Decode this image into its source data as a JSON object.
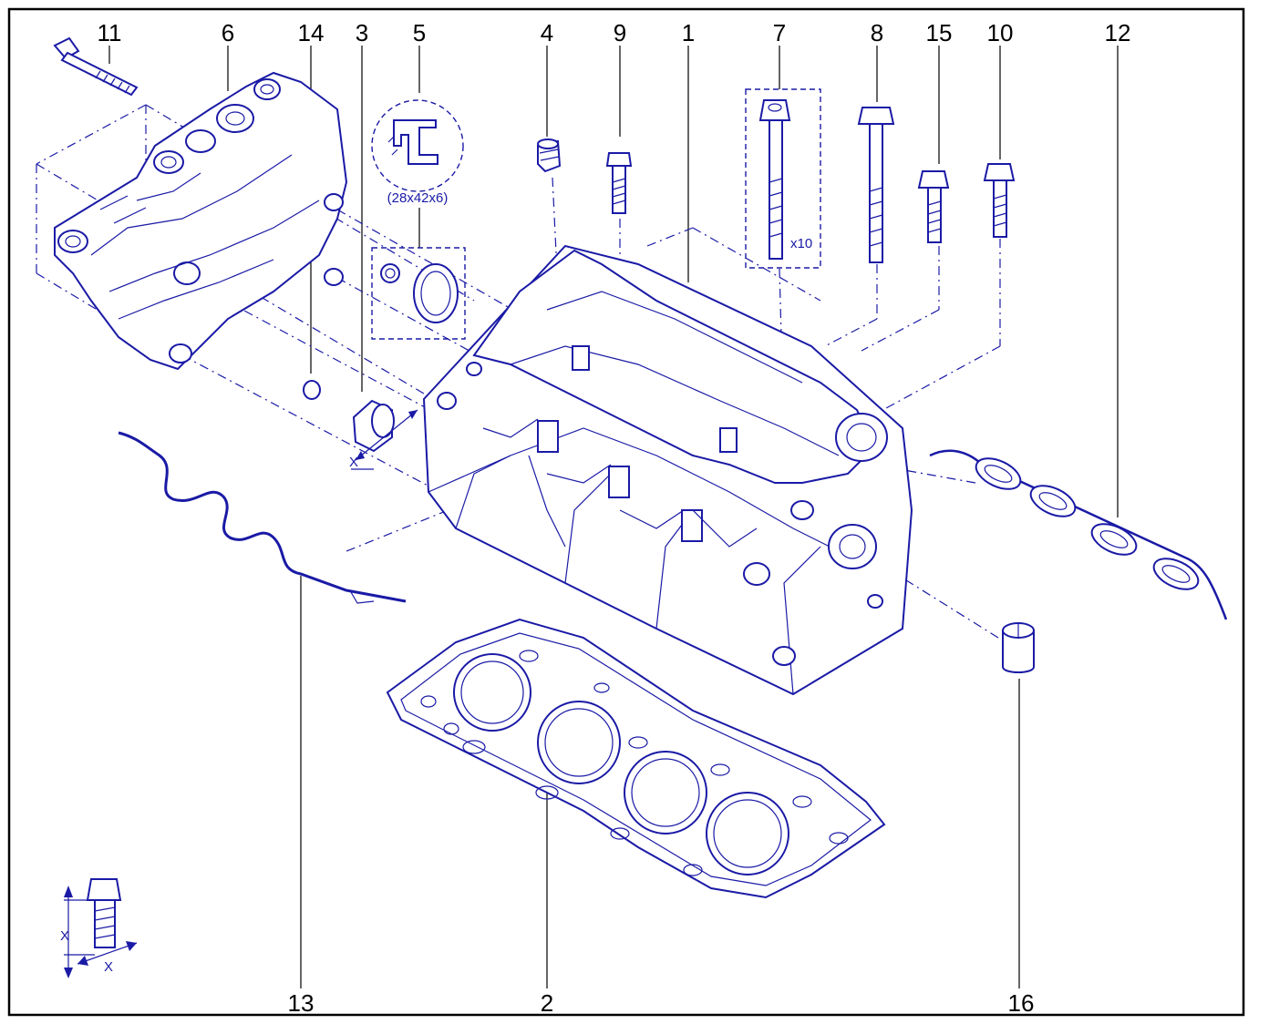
{
  "colors": {
    "line": "#1a1aa6",
    "frame": "#000000",
    "background": "#ffffff"
  },
  "callouts": [
    {
      "id": "11",
      "label": "11"
    },
    {
      "id": "6",
      "label": "6"
    },
    {
      "id": "14",
      "label": "14"
    },
    {
      "id": "3",
      "label": "3"
    },
    {
      "id": "5",
      "label": "5"
    },
    {
      "id": "4",
      "label": "4"
    },
    {
      "id": "9",
      "label": "9"
    },
    {
      "id": "1",
      "label": "1"
    },
    {
      "id": "7",
      "label": "7"
    },
    {
      "id": "8",
      "label": "8"
    },
    {
      "id": "15",
      "label": "15"
    },
    {
      "id": "10",
      "label": "10"
    },
    {
      "id": "12",
      "label": "12"
    },
    {
      "id": "13",
      "label": "13"
    },
    {
      "id": "2",
      "label": "2"
    },
    {
      "id": "16",
      "label": "16"
    }
  ],
  "annotations": {
    "seal_size": "(28x42x6)",
    "bolt_quantity": "x10",
    "dimension_x": "X"
  }
}
